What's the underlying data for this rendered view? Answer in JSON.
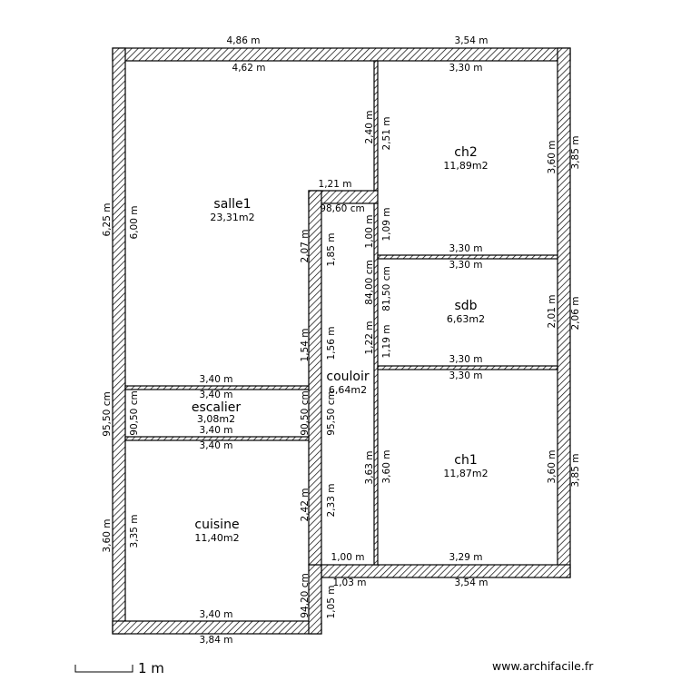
{
  "rooms": {
    "salle1": {
      "name": "salle1",
      "area": "23,31m2"
    },
    "ch2": {
      "name": "ch2",
      "area": "11,89m2"
    },
    "sdb": {
      "name": "sdb",
      "area": "6,63m2"
    },
    "couloir": {
      "name": "couloir",
      "area": "6,64m2"
    },
    "escalier": {
      "name": "escalier",
      "area": "3,08m2"
    },
    "ch1": {
      "name": "ch1",
      "area": "11,87m2"
    },
    "cuisine": {
      "name": "cuisine",
      "area": "11,40m2"
    }
  },
  "dims": {
    "top_outer_left": "4,86 m",
    "top_outer_right": "3,54 m",
    "salle1_top": "4,62 m",
    "ch2_top": "3,30 m",
    "couloir_top_outer": "1,21 m",
    "couloir_top_inner": "98,60 cm",
    "ch2_bottom": "3,30 m",
    "sdb_top": "3,30 m",
    "sdb_bottom": "3,30 m",
    "ch1_top": "3,30 m",
    "salle1_bottom": "3,40 m",
    "escalier_top": "3,40 m",
    "escalier_bottom": "3,40 m",
    "cuisine_top": "3,40 m",
    "couloir_bottom": "1,00 m",
    "ch1_bottom": "3,29 m",
    "step_outer": "1,03 m",
    "bottom_outer_right": "3,54 m",
    "cuisine_bottom": "3,40 m",
    "bottom_outer_left": "3,84 m",
    "left_outer_top": "6,25 m",
    "salle1_left": "6,00 m",
    "left_outer_mid": "95,50 cm",
    "escalier_left": "90,50 cm",
    "left_outer_bottom": "3,60 m",
    "cuisine_left": "3,35 m",
    "salle1_right_top": "2,07 m",
    "couloir_left_top": "1,85 m",
    "salle1_right_bottom": "1,54 m",
    "couloir_left_mid": "1,56 m",
    "escalier_right": "90,50 cm",
    "couloir_left_low": "95,50 cm",
    "cuisine_right": "2,42 m",
    "couloir_left_bottom": "2,33 m",
    "cuisine_right_low": "94,20 cm",
    "step_right": "1,05 m",
    "ch2_left_top": "2,40 m",
    "ch2_left_top_inner": "2,51 m",
    "couloir_right_top": "1,00 m",
    "ch2_left_low": "1,09 m",
    "sdb_left_outer": "84,00 cm",
    "sdb_left_inner": "81,50 cm",
    "couloir_right_mid": "1,22 m",
    "sdb_left_low": "1,19 m",
    "ch1_left_outer": "3,63 m",
    "ch1_left_inner": "3,60 m",
    "ch2_right_inner": "3,60 m",
    "right_outer_top": "3,85 m",
    "sdb_right_inner": "2,01 m",
    "right_outer_mid": "2,06 m",
    "ch1_right_inner": "3,60 m",
    "right_outer_bottom": "3,85 m"
  },
  "scale": {
    "label": "1 m"
  },
  "footer": {
    "site": "www.archifacile.fr"
  }
}
